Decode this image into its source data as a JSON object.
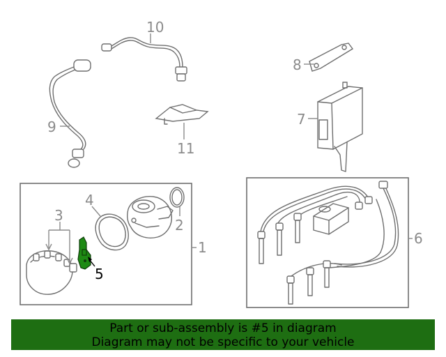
{
  "callouts": {
    "c1": "1",
    "c2": "2",
    "c3": "3",
    "c4": "4",
    "c5": "5",
    "c6": "6",
    "c7": "7",
    "c8": "8",
    "c9": "9",
    "c10": "10",
    "c11": "11"
  },
  "highlight_color": "#1e8a14",
  "banner": {
    "line1": "Part or sub-assembly is #5 in diagram",
    "line2": "Diagram may not be specific to your vehicle",
    "background": "#1e6e12"
  }
}
